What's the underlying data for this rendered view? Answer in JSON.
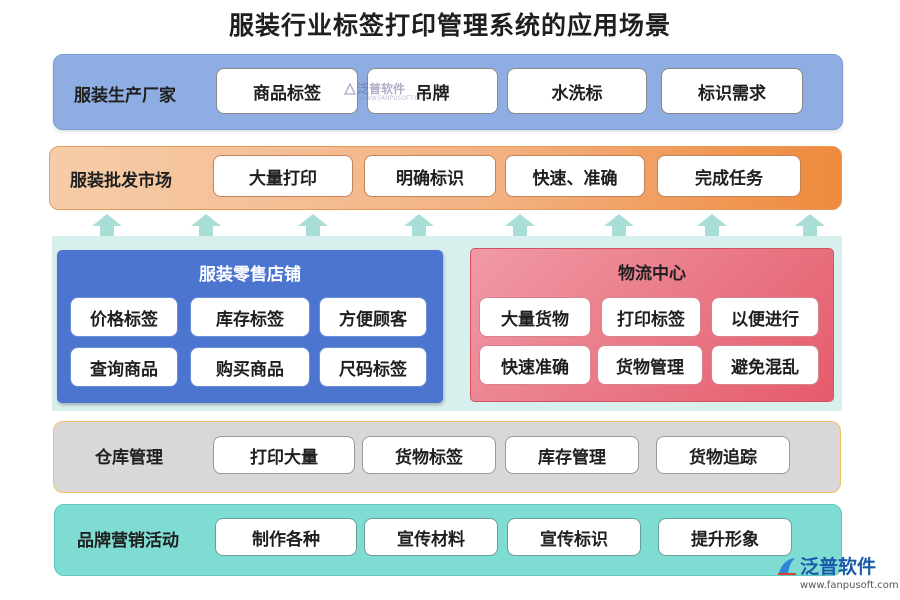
{
  "title": "服装行业标签打印管理系统的应用场景",
  "factory": {
    "label": "服装生产厂家",
    "items": [
      "商品标签",
      "吊牌",
      "水洗标",
      "标识需求"
    ]
  },
  "wholesale": {
    "label": "服装批发市场",
    "items": [
      "大量打印",
      "明确标识",
      "快速、准确",
      "完成任务"
    ]
  },
  "retail": {
    "label": "服装零售店铺",
    "items": [
      "价格标签",
      "库存标签",
      "方便顾客",
      "查询商品",
      "购买商品",
      "尺码标签"
    ]
  },
  "logistics": {
    "label": "物流中心",
    "items": [
      "大量货物",
      "打印标签",
      "以便进行",
      "快速准确",
      "货物管理",
      "避免混乱"
    ]
  },
  "warehouse": {
    "label": "仓库管理",
    "items": [
      "打印大量",
      "货物标签",
      "库存管理",
      "货物追踪"
    ]
  },
  "marketing": {
    "label": "品牌营销活动",
    "items": [
      "制作各种",
      "宣传材料",
      "宣传标识",
      "提升形象"
    ]
  },
  "watermark": {
    "text": "泛普软件",
    "subtext": "WWW.FANPUSOFT.COM"
  },
  "brand": {
    "name": "泛普软件",
    "url": "www.fanpusoft.com"
  },
  "colors": {
    "factory": "#8eaee3",
    "wholesale": "#f3b283",
    "retail": "#4b75cf",
    "logistics": "#e97482",
    "warehouse": "#d8d8d8",
    "marketing": "#7edcd2",
    "arrow": "#a9ded6"
  }
}
